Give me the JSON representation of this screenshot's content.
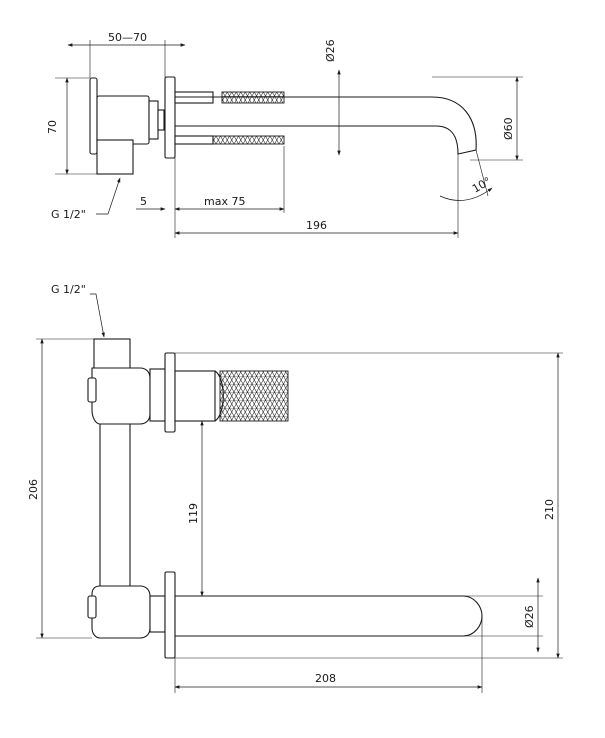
{
  "drawing": {
    "top_view": {
      "dim_wall_depth": "50—70",
      "dim_height": "70",
      "dim_spout_diameter": "Ø26",
      "dim_outlet_diameter": "Ø60",
      "dim_angle": "10°",
      "dim_thread": "G 1/2\"",
      "dim_plate": "5",
      "dim_max": "max 75",
      "dim_length": "196"
    },
    "front_view": {
      "dim_thread": "G 1/2\"",
      "dim_total_height": "206",
      "dim_center_distance": "119",
      "dim_overall_height": "210",
      "dim_spout_diameter": "Ø26",
      "dim_spout_length": "208"
    }
  },
  "colors": {
    "line": "#1a1a1a",
    "background": "#ffffff"
  }
}
